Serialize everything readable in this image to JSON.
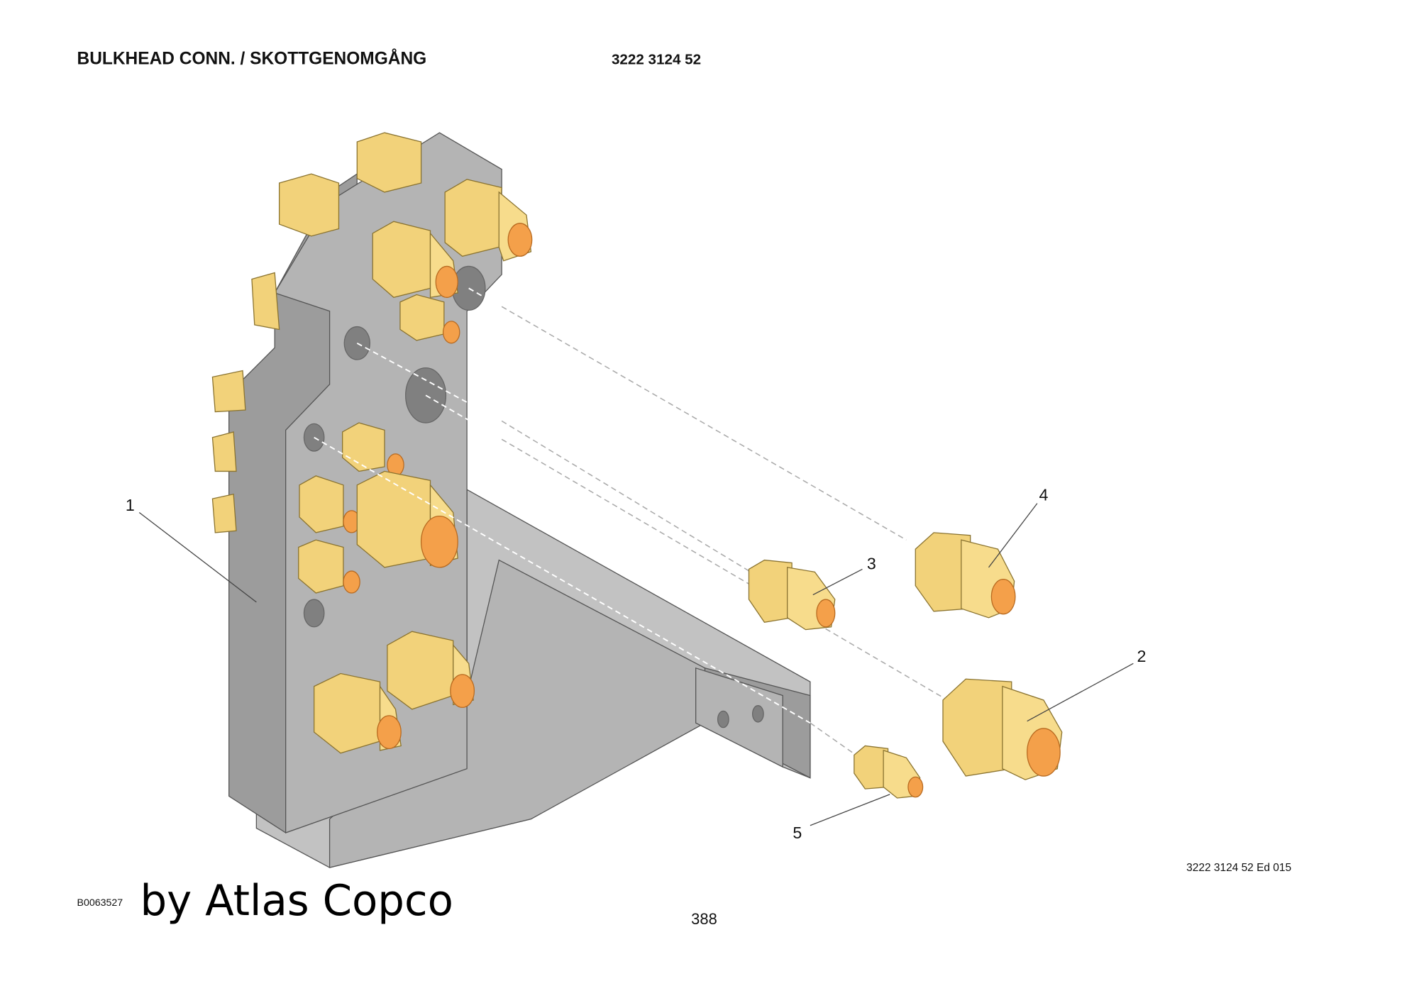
{
  "header": {
    "title": "BULKHEAD CONN. / SKOTTGENOMGÅNG",
    "part_number": "3222 3124 52"
  },
  "callouts": [
    "1",
    "2",
    "3",
    "4",
    "5"
  ],
  "footer": {
    "image_id": "B0063527",
    "brand": "by Atlas Copco",
    "page_number": "388",
    "edition": "3222 3124 52 Ed 015"
  },
  "colors": {
    "fitting": "#f2d27a",
    "fitting_tip": "#f4a04a",
    "bracket": "#b4b4b4"
  }
}
